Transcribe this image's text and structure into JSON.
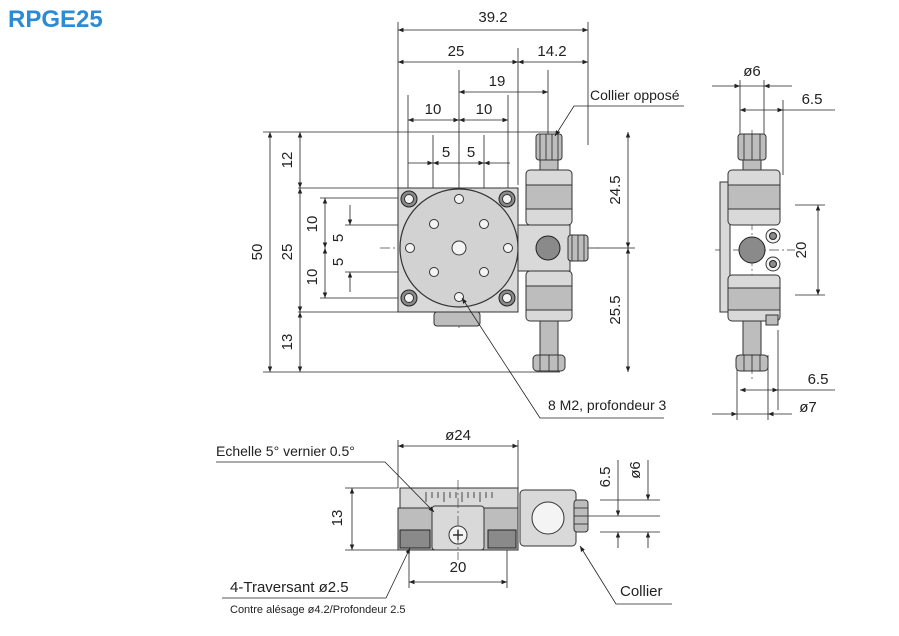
{
  "title": "RPGE25",
  "top_view": {
    "dims_horizontal": [
      "39.2",
      "25",
      "14.2",
      "19",
      "10",
      "10",
      "5",
      "5"
    ],
    "dims_vertical_left": [
      "50",
      "12",
      "25",
      "13",
      "10",
      "10",
      "5",
      "5"
    ],
    "dims_vertical_right": [
      "24.5",
      "25.5"
    ],
    "collar_label": "Collier opposé",
    "thread_label": "8 M2, profondeur 3"
  },
  "side_view": {
    "dims": [
      "ø6",
      "6.5",
      "20",
      "6.5",
      "ø7"
    ]
  },
  "front_view": {
    "dims": [
      "ø24",
      "13",
      "20",
      "6.5",
      "ø6"
    ],
    "scale_label": "Echelle 5° vernier 0.5°",
    "hole_label": "4-Traversant ø2.5",
    "counterbore_label": "Contre alésage ø4.2/Profondeur 2.5",
    "collar_label": "Collier"
  }
}
